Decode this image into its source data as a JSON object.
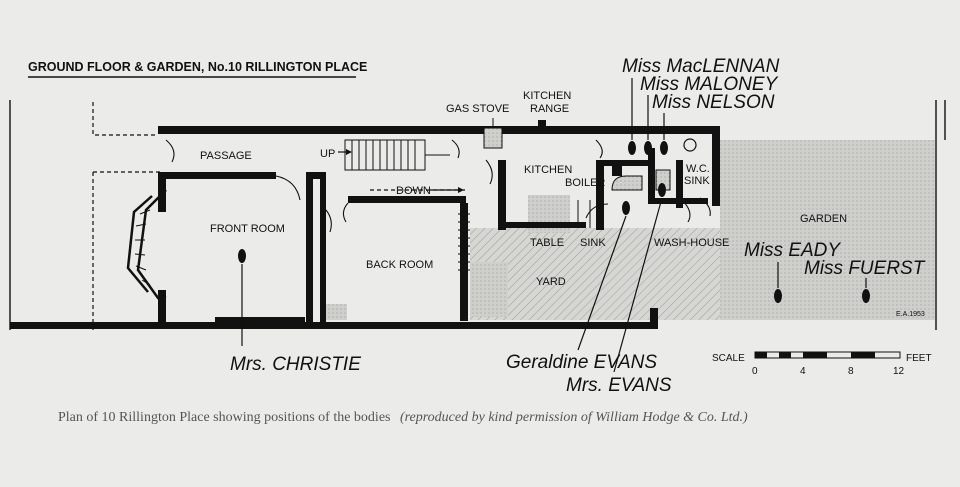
{
  "title": "GROUND FLOOR & GARDEN,  No.10 RILLINGTON PLACE",
  "rooms": {
    "passage": "PASSAGE",
    "front_room": "FRONT ROOM",
    "back_room": "BACK ROOM",
    "kitchen": "KITCHEN",
    "kitchen_range_1": "KITCHEN",
    "kitchen_range_2": "RANGE",
    "gas_stove": "GAS STOVE",
    "up": "UP",
    "down": "DOWN",
    "boiler": "BOILER",
    "wc_1": "W.C.",
    "wc_2": "SINK",
    "table": "TABLE",
    "sink": "SINK",
    "wash_house": "WASH-HOUSE",
    "yard": "YARD",
    "garden": "GARDEN",
    "artist_mark": "E.A.1953"
  },
  "bodies": {
    "maclennan": "Miss MacLENNAN",
    "maloney": "Miss MALONEY",
    "nelson": "Miss NELSON",
    "eady": "Miss EADY",
    "fuerst": "Miss FUERST",
    "christie": "Mrs. CHRISTIE",
    "geraldine": "Geraldine EVANS",
    "mrs_evans": "Mrs. EVANS"
  },
  "scale": {
    "label": "SCALE",
    "unit": "FEET",
    "ticks": [
      "0",
      "4",
      "8",
      "12"
    ]
  },
  "caption": {
    "main": "Plan of 10 Rillington Place showing positions of the bodies",
    "note": "(reproduced by kind permission of William Hodge & Co. Ltd.)"
  },
  "colors": {
    "ink": "#111111",
    "paper": "#ebebea",
    "hatch_fill": "#d2d2cf",
    "caption": "#555555"
  }
}
